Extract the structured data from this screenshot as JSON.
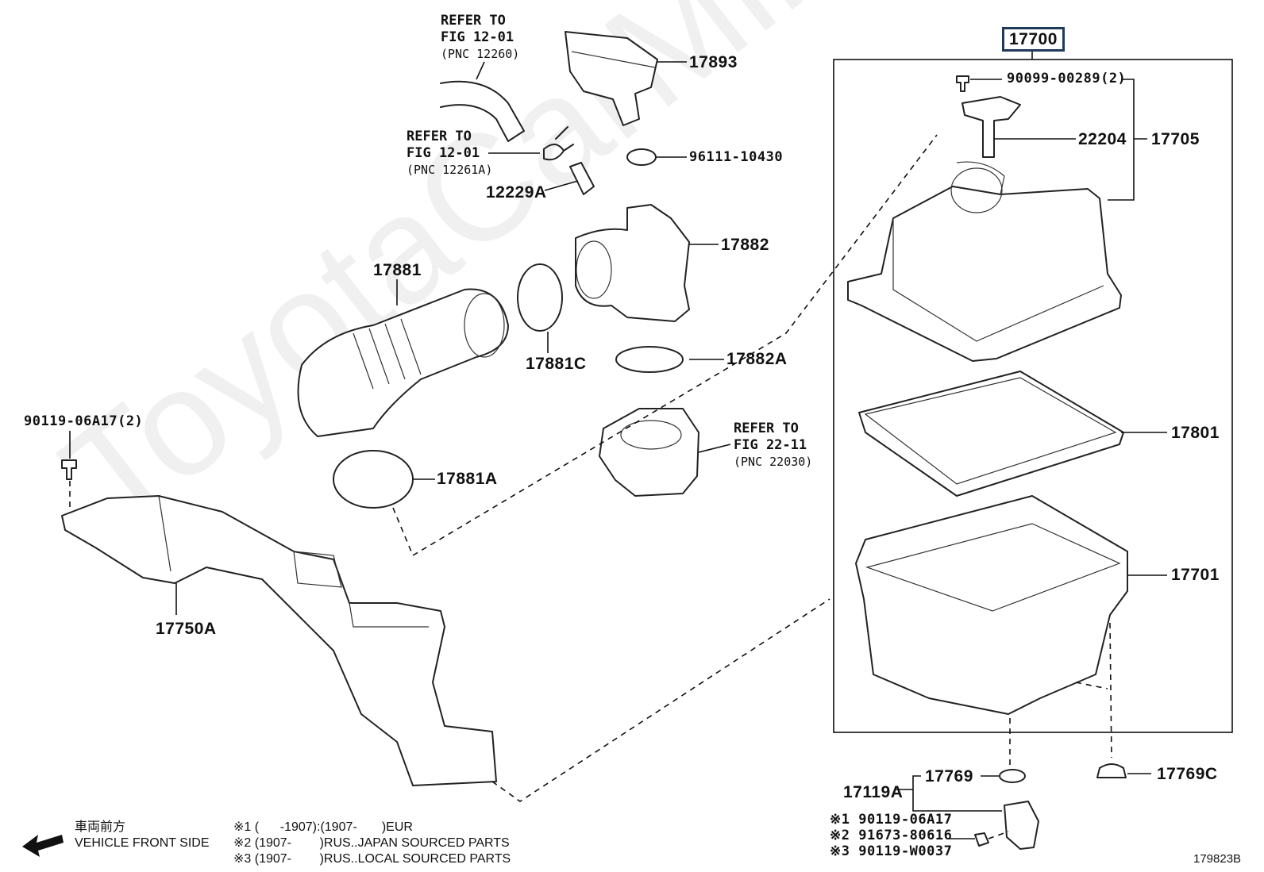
{
  "watermark": "ToyotaCarMine.ru",
  "drawing_code": "179823B",
  "parts": {
    "p17700": "17700",
    "p17893": "17893",
    "p96111": "96111-10430",
    "p12229A": "12229A",
    "p17882": "17882",
    "p17881": "17881",
    "p17881C": "17881C",
    "p17882A": "17882A",
    "p17881A": "17881A",
    "p90119_06A17_2": "90119-06A17(2)",
    "p17750A": "17750A",
    "p90099": "90099-00289(2)",
    "p22204": "22204",
    "p17705": "17705",
    "p17801": "17801",
    "p17701": "17701",
    "p17769": "17769",
    "p17769C": "17769C",
    "p17119A": "17119A"
  },
  "refs": {
    "ref1_l1": "REFER TO",
    "ref1_l2": "FIG 12-01",
    "ref1_l3": "(PNC 12260)",
    "ref2_l1": "REFER TO",
    "ref2_l2": "FIG 12-01",
    "ref2_l3": "(PNC 12261A)",
    "ref3_l1": "REFER TO",
    "ref3_l2": "FIG 22-11",
    "ref3_l3": "(PNC 22030)"
  },
  "variants": {
    "v1": "※1 90119-06A17",
    "v2": "※2 91673-80616",
    "v3": "※3 90119-W0037"
  },
  "legend": {
    "front_jp": "車両前方",
    "front_en": "VEHICLE FRONT SIDE",
    "note1": "※1 (      -1907):(1907-       )EUR",
    "note2": "※2 (1907-        )RUS..JAPAN SOURCED PARTS",
    "note3": "※3 (1907-        )RUS..LOCAL SOURCED PARTS"
  }
}
